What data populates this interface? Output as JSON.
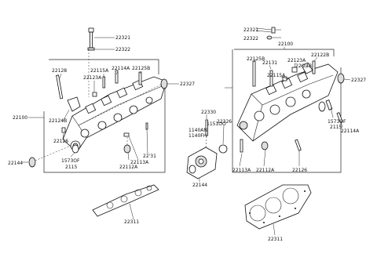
{
  "labels": {
    "l22321a": "22321",
    "l22322a": "22322",
    "l22128": "22128",
    "l22115a": "22115A",
    "l22114aTop": "22114A",
    "l22125b": "22125B",
    "l22123aL": "22123A",
    "l22327L": "22327",
    "l22100L": "22100",
    "l22124bL": "22124B",
    "l22126L": "22126",
    "l22144L": "22144",
    "l1573ofL": "1573OF",
    "l2115L": "2115",
    "l22112aL": "22112A",
    "l22113aL": "22113A",
    "l22131L": "22'31",
    "l22311L": "22311",
    "l22321b": "22321",
    "l22322b": "22322",
    "l22100R": "22100",
    "l22125bR": "22125B",
    "l22131R": "22131",
    "l22123aR": "22123A",
    "l22122bR": "22122B",
    "l22124bR": "22'24B",
    "l22115aR": "22115A",
    "l22327R": "22327",
    "l22330": "22330",
    "l1140an": "1140AN",
    "l1140fh": "1140FH",
    "l1151oo": "1151OO",
    "l22326": "22326",
    "l1573ofR": "1573OF",
    "l2115R": "2115",
    "l22114aR": "22114A",
    "l22144C": "22144",
    "l22113aR": "22113A",
    "l22112aR": "22112A",
    "l22126R": "22126",
    "l22311R": "22311"
  }
}
